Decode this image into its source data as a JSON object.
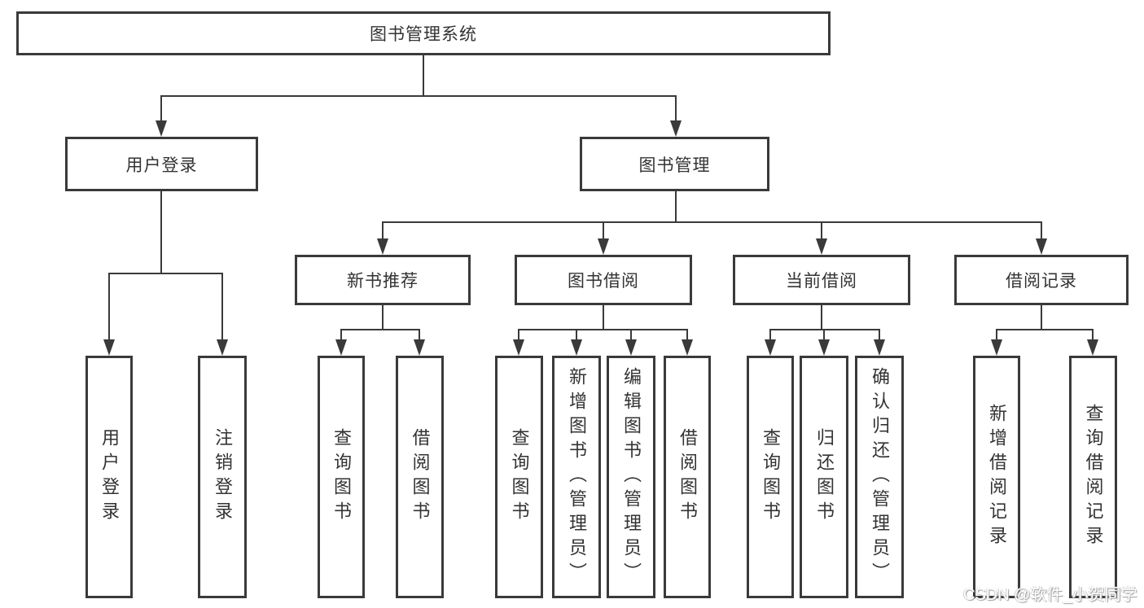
{
  "tree": {
    "root": "图书管理系统",
    "branches": [
      {
        "label": "用户登录",
        "children": [
          "用户登录",
          "注销登录"
        ]
      },
      {
        "label": "图书管理",
        "groups": [
          {
            "label": "新书推荐",
            "children": [
              "查询图书",
              "借阅图书"
            ]
          },
          {
            "label": "图书借阅",
            "children": [
              "查询图书",
              "新增图书（管理员）",
              "编辑图书（管理员）",
              "借阅图书"
            ]
          },
          {
            "label": "当前借阅",
            "children": [
              "查询图书",
              "归还图书",
              "确认归还（管理员）"
            ]
          },
          {
            "label": "借阅记录",
            "children": [
              "新增借阅记录",
              "查询借阅记录"
            ]
          }
        ]
      }
    ]
  },
  "watermark": {
    "text": "CSDN @软件_小贺同学"
  },
  "colors": {
    "line": "#3a3a3a",
    "text": "#333333",
    "background": "#ffffff",
    "watermark": "#ffffff"
  }
}
